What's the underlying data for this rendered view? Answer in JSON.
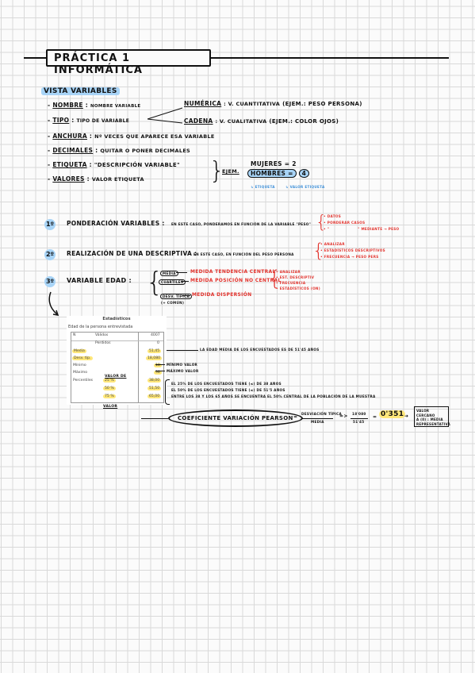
{
  "title": "PRÁCTICA 1 INFORMÁTICA",
  "section_vista": "VISTA VARIABLES",
  "vista_items": {
    "nombre_label": "NOMBRE",
    "nombre_text": "NOMBRE VARIABLE",
    "tipo_label": "TIPO",
    "tipo_text": "TIPO DE VARIABLE",
    "numerica": "NUMÉRICA",
    "numerica_text": ": V. CUANTITATIVA",
    "numerica_ej": "(EJEM.: PESO PERSONA)",
    "cadena": "CADENA",
    "cadena_text": ": V. CUALITATIVA",
    "cadena_ej": "(EJEM.: COLOR OJOS)",
    "anchura_label": "ANCHURA",
    "anchura_text": "Nº VECES QUE APARECE ESA VARIABLE",
    "decimales_label": "DECIMALES",
    "decimales_text": "QUITAR O PONER DECIMALES",
    "etiqueta_label": "ETIQUETA",
    "etiqueta_text": "\"DESCRIPCIÓN VARIABLE\"",
    "valores_label": "VALORES",
    "valores_text": "VALOR ETIQUETA",
    "ejem": "EJEM.",
    "mujeres": "MUJERES =",
    "mujeres_val": "2",
    "hombres": "HOMBRES =",
    "hombres_val": "4",
    "note_etiqueta": "↳ ETIQUETA",
    "note_valor": "↳ VALOR ETIQUETA"
  },
  "steps": {
    "s1_num": "1º",
    "s1_title": "PONDERACIÓN VARIABLES :",
    "s1_text": "EN ESTE CASO, PONDERAMOS EN FUNCIÓN DE LA VARIABLE \"PESO\"",
    "s1_r1": "• DATOS",
    "s1_r2": "• PONDERAR CASOS",
    "s1_r3": "• \"",
    "s1_r3b": "\" MEDIANTE → PESO",
    "s2_num": "2º",
    "s2_title": "REALIZACIÓN DE UNA DESCRIPTIVA :",
    "s2_text": "EN ESTE CASO, EN FUNCIÓN DEL PESO PERSONA",
    "s2_r1": "• ANALIZAR",
    "s2_r2": "• ESTADÍSTICOS DESCRIPTIVOS",
    "s2_r3": "• FRECUENCIA → PESO PERS",
    "s3_num": "3º",
    "s3_title": "VARIABLE EDAD :",
    "s3_media": "MEDIA",
    "s3_media_r": "MEDIDA TENDENCIA CENTRAL",
    "s3_cuartiles": "CUARTILES",
    "s3_cuartiles_r": "MEDIDA POSICIÓN NO CENTRAL",
    "s3_desv": "DESV. TÍPICA",
    "s3_desv2": "(+ COMÚN)",
    "s3_desv_r": "MEDIDA DISPERSIÓN",
    "s3_r1": "• ANALIZAR",
    "s3_r2": "• EST. DESCRIPTIV",
    "s3_r3": "• FRECUENCIA",
    "s3_r4": "• ESTADÍSTICOS (ON)"
  },
  "stats": {
    "header": "Estadísticos",
    "subheader": "Edad de la persona entrevistada",
    "rows": [
      {
        "label": "N",
        "sub": "Válidos",
        "value": "4007"
      },
      {
        "label": "",
        "sub": "Perdidos",
        "value": "0"
      },
      {
        "label": "Media",
        "sub": "",
        "value": "51,45"
      },
      {
        "label": "Desv. típ.",
        "sub": "",
        "value": "18,080"
      },
      {
        "label": "Mínimo",
        "sub": "",
        "value": "18"
      },
      {
        "label": "Máximo",
        "sub": "",
        "value": "98"
      },
      {
        "label": "Percentiles",
        "sub": "25",
        "value": "38,00"
      },
      {
        "label": "",
        "sub": "50",
        "value": "51,50"
      },
      {
        "label": "",
        "sub": "75",
        "value": "65,00"
      }
    ],
    "percentiles_note": "VALOR DE",
    "valor_note": "VALOR",
    "pct_symbol": "%"
  },
  "annotations": {
    "media_note": "LA EDAD MEDIA DE LOS ENCUESTADOS ES DE 51'45 AÑOS",
    "min_note": "MÍNIMO VALOR",
    "max_note": "MÁXIMO VALOR",
    "p25_note": "EL 25% DE LOS ENCUESTADOS TIENE (≤) DE 38 AÑOS",
    "p50_note": "EL 50% DE LOS ENCUESTADOS TIENE (≤) DE 51'5 AÑOS",
    "p75_note": "ENTRE LOS 38 Y LOS 65 AÑOS SE ENCUENTRA EL 50% CENTRAL DE LA POBLACIÓN DE LA MUESTRA",
    "cv_label": "COEFICIENTE VARIACIÓN PEARSON",
    "cv_frac_num": "DESVIACIÓN TÍPICA",
    "cv_frac_den": "MEDIA",
    "cv_num": "18'080",
    "cv_den": "51'45",
    "cv_result": "0'351",
    "cv_conclusion_1": "VALOR CERCANO",
    "cv_conclusion_2": "A (0) : MEDIA",
    "cv_conclusion_3": "REPRESENTATIVA"
  }
}
